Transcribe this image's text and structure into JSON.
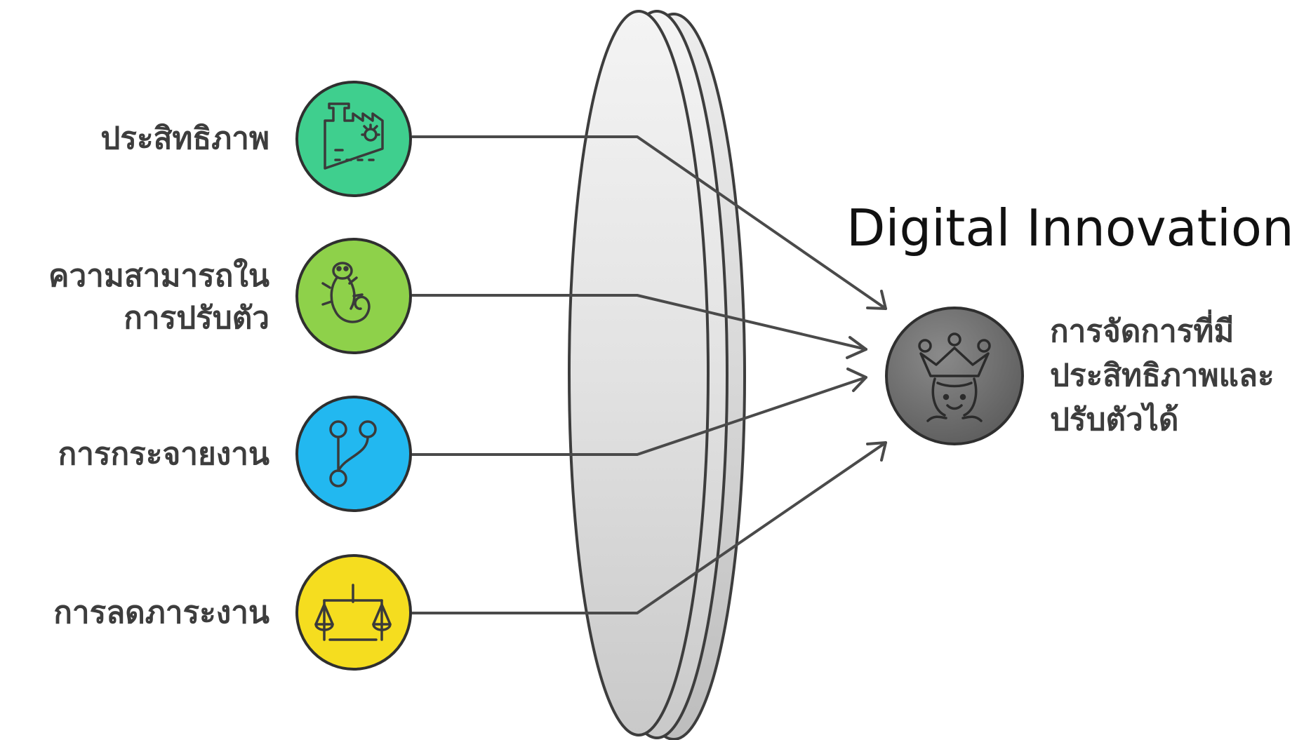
{
  "diagram": {
    "title": "Digital Innovation",
    "inputs": [
      {
        "lines": [
          "ประสิทธิภาพ"
        ],
        "icon": "factory-icon",
        "color": "#3fcf8e"
      },
      {
        "lines": [
          "ความสามารถใน",
          "การปรับตัว"
        ],
        "icon": "salamander-icon",
        "color": "#8ed14a"
      },
      {
        "lines": [
          "การกระจายงาน"
        ],
        "icon": "branch-icon",
        "color": "#22b8f0"
      },
      {
        "lines": [
          "การลดภาระงาน"
        ],
        "icon": "scale-icon",
        "color": "#f5dd1f"
      }
    ],
    "output": {
      "lines": [
        "การจัดการที่มี",
        "ประสิทธิภาพและ",
        "ปรับตัวได้"
      ],
      "icon": "crowned-face-icon",
      "color": "#6e6e6e"
    }
  }
}
